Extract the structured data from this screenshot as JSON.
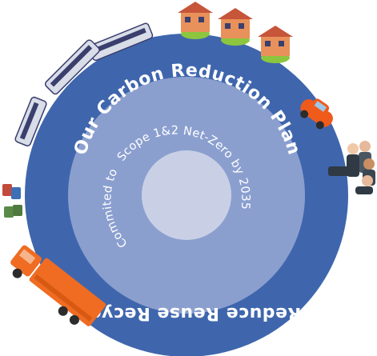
{
  "ring": {
    "outer_title": "Our Carbon Reduction Plan",
    "outer_footer": "Reduce Reuse Recycle",
    "inner_top": "Scope 1&2 Net-Zero by 2035",
    "inner_bottom": "Commited to"
  },
  "colors": {
    "outer_ring": "#3f66ad",
    "middle_ring": "#8b9fcf",
    "center": "#c9d0e6",
    "text": "#ffffff",
    "house_wall": "#e8915a",
    "house_roof": "#c6553a",
    "train_body": "#d9dde8",
    "train_stripe": "#3a3f6e",
    "car": "#f05a1a",
    "truck": "#ef6c22",
    "bins": [
      "#c24a3a",
      "#3d6fb6",
      "#5a8a4a"
    ]
  },
  "icons": [
    "house-icon",
    "train-icon",
    "car-icon",
    "business-people-icon",
    "recycling-bins-icon",
    "truck-icon"
  ]
}
